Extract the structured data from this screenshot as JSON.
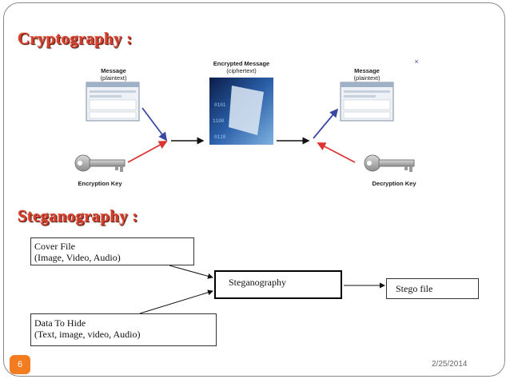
{
  "slide": {
    "crypto_heading": "Cryptography :",
    "steg_heading": "Steganography :",
    "page_number": "6",
    "date": "2/25/2014"
  },
  "crypto_diagram": {
    "left_title": "Message",
    "left_sub": "(plaintext)",
    "center_title": "Encrypted Message",
    "center_sub": "(ciphertext)",
    "right_title": "Message",
    "right_sub": "(plaintext)",
    "enc_key": "Encryption Key",
    "dec_key": "Decryption Key",
    "close_mark": "×"
  },
  "steg_diagram": {
    "cover_line1": "Cover File",
    "cover_line2": "(Image, Video, Audio)",
    "data_line1": "Data To Hide",
    "data_line2": "(Text, image, video, Audio)",
    "process": "Steganography",
    "output": "Stego file"
  }
}
